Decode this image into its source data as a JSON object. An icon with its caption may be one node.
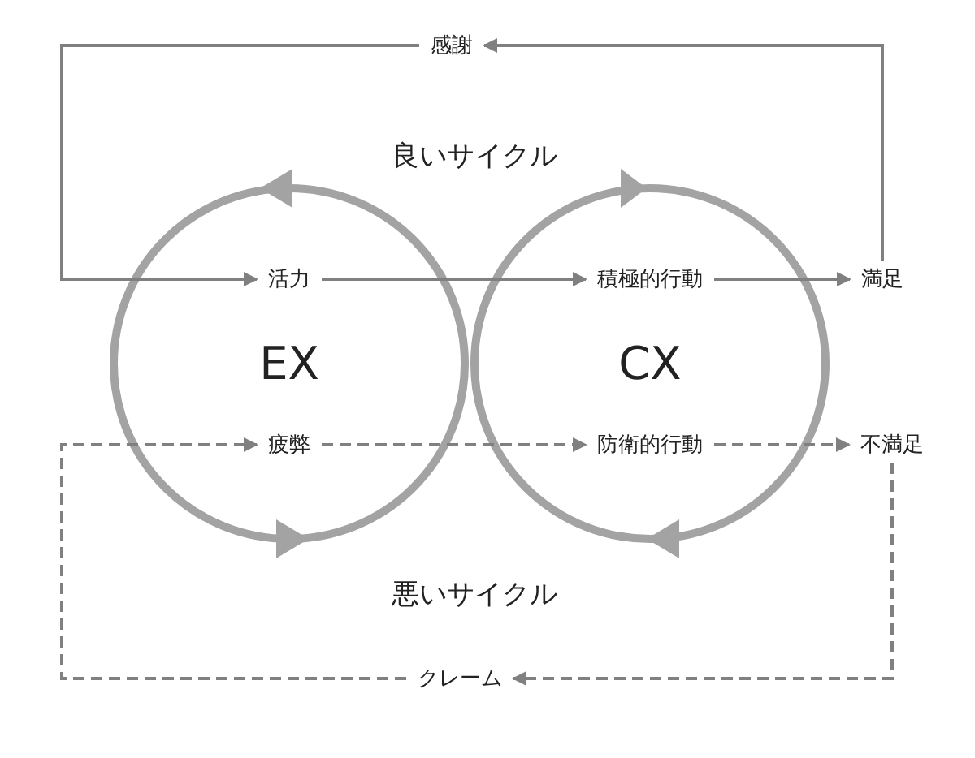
{
  "diagram": {
    "nodes": [
      {
        "text": [
          "EX"
        ]
      },
      {
        "text": [
          "CX"
        ]
      },
      {
        "text": [
          "感謝"
        ]
      },
      {
        "text": [
          "活力"
        ],
        "in": 0
      },
      {
        "text": [
          "積極的行動"
        ],
        "in": 1
      },
      {
        "text": [
          "満足"
        ]
      },
      {
        "text": [
          "疲弊"
        ],
        "in": 0
      },
      {
        "text": [
          "防衛的行動"
        ],
        "in": 1
      },
      {
        "text": [
          "不満足"
        ]
      },
      {
        "text": [
          "クレーム"
        ]
      }
    ],
    "edges": [
      {
        "from": 5,
        "to": 2,
        "arrow": "to"
      },
      {
        "from": 2,
        "to": 3,
        "arrow": "to"
      },
      {
        "from": 3,
        "to": 4,
        "arrow": "to"
      },
      {
        "from": 4,
        "to": 5,
        "arrow": "to"
      },
      {
        "from": 8,
        "to": 9,
        "arrow": "to",
        "style": "dashed"
      },
      {
        "from": 9,
        "to": 6,
        "arrow": "to",
        "style": "dashed"
      },
      {
        "from": 6,
        "to": 7,
        "arrow": "to",
        "style": "dashed"
      },
      {
        "from": 7,
        "to": 8,
        "arrow": "to",
        "style": "dashed"
      }
    ],
    "labels": [
      "良いサイクル",
      "悪いサイクル"
    ]
  }
}
